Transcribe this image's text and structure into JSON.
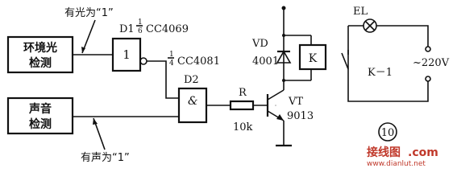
{
  "blocks": {
    "ambient_light_line1": "环境光",
    "ambient_light_line2": "检测",
    "sound_line1": "声音",
    "sound_line2": "检测"
  },
  "annotations": {
    "light_high": "有光为“1”",
    "sound_high": "有声为“1”"
  },
  "gates": {
    "d1_label": "D1",
    "d1_fraction_num": "1",
    "d1_fraction_den": "6",
    "d1_part": "CC4069",
    "d1_symbol": "1",
    "d2_label": "D2",
    "d2_fraction_num": "1",
    "d2_fraction_den": "4",
    "d2_part": "CC4081",
    "d2_symbol": "&"
  },
  "components": {
    "resistor_label": "R",
    "resistor_value": "10k",
    "transistor_label": "VT",
    "transistor_part": "9013",
    "diode_label": "VD",
    "diode_part": "4001",
    "relay_label": "K",
    "lamp_label": "EL",
    "switch_label": "K－1",
    "mains_label": "~220V"
  },
  "figure": {
    "number": "10"
  },
  "watermark": {
    "brand": "接线图",
    "site": ".com",
    "url": "www.dianlut.net"
  }
}
